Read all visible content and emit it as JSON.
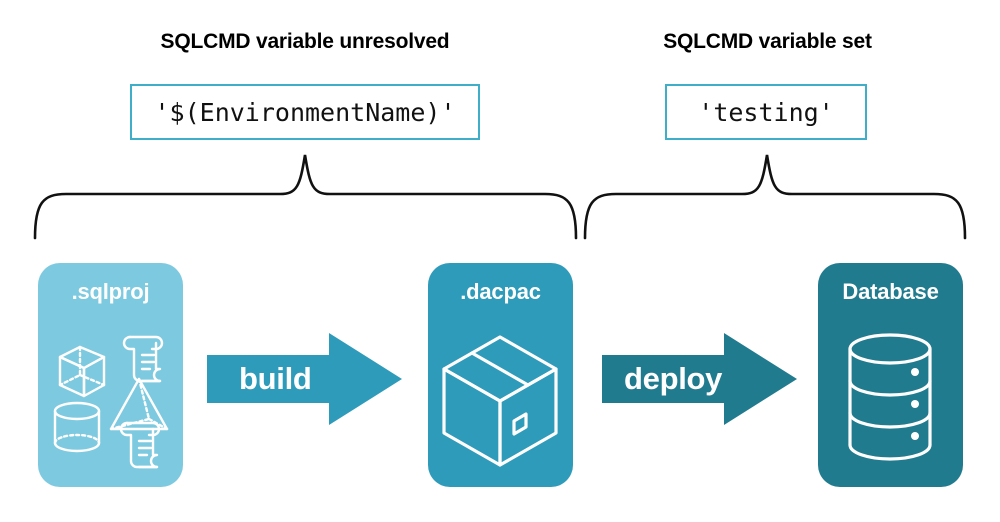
{
  "headings": {
    "left": "SQLCMD variable unresolved",
    "right": "SQLCMD variable set"
  },
  "code_boxes": {
    "left": {
      "value": "'$(EnvironmentName)'",
      "border_color": "#3FAEC9"
    },
    "right": {
      "value": "'testing'",
      "border_color": "#3FAEC9"
    }
  },
  "stages": [
    {
      "id": "sqlproj",
      "label": ".sqlproj",
      "color": "#7DCAE0",
      "icons": [
        "cube-icon",
        "scroll-icon",
        "pyramid-icon",
        "cylinder-icon",
        "scroll-icon"
      ]
    },
    {
      "id": "dacpac",
      "label": ".dacpac",
      "color": "#2E9BBA",
      "icons": [
        "package-box-icon"
      ]
    },
    {
      "id": "database",
      "label": "Database",
      "color": "#217B8E",
      "icons": [
        "database-cylinder-icon"
      ]
    }
  ],
  "arrows": [
    {
      "id": "build",
      "label": "build",
      "color": "#2E9BBA"
    },
    {
      "id": "deploy",
      "label": "deploy",
      "color": "#217B8E"
    }
  ],
  "braces": {
    "color": "#111111",
    "left_span": "sqlproj-to-dacpac",
    "right_span": "dacpac-to-database"
  },
  "background_color": "#FFFFFF"
}
